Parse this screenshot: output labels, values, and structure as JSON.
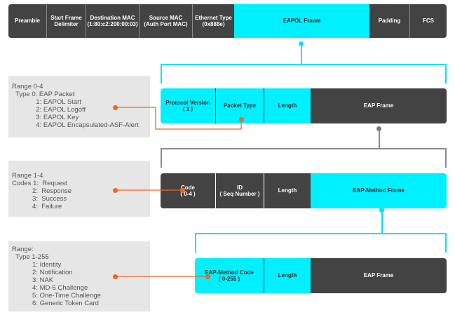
{
  "ethernet_frame": {
    "preamble": "Preamble",
    "start_frame_delimiter": "Start Frame\nDelimiter",
    "destination_mac": "Destination MAC\n(1:80:c2:200:00:03)",
    "source_mac": "Source MAC\n(Auth Port MAC)",
    "ethernet_type": "Ethernet Type\n(0x888e)",
    "eapol_frame": "EAPOL Frame",
    "padding": "Padding",
    "fcs": "FCS"
  },
  "eapol_frame": {
    "protocol_version": "Protocol Version\n( 1 )",
    "packet_type": "Packet Type",
    "length": "Length",
    "eap_frame": "EAP Frame"
  },
  "eap_frame": {
    "code": "Code\n( 0-4 )",
    "id": "ID\n( Seq Number )",
    "length": "Length",
    "eap_method_frame": "EAP-Method Frame"
  },
  "eap_method_frame": {
    "eap_method_code": "EAP-Method Code\n( 0-255 )",
    "length": "Length",
    "eap_frame": "EAP Frame"
  },
  "notes": {
    "packet_type": "Range 0-4\n  Type 0: EAP Packet\n             1: EAPOL Start\n             2: EAPOL Logoff\n             3: EAPOL Key\n             4: EAPOL Encapsulated-ASF-Alert",
    "code": "Range 1-4\nCodes 1:  Request\n           2:  Response\n           3:  Success\n           4:  Failure",
    "method": "Range:\n  Type 1-255\n           1: Identity\n           2: Notification\n           3: NAK\n           4: MD-5 Challenge\n           5: One-Time Challenge\n           6: Generic Token Card"
  },
  "colors": {
    "dark": "#434343",
    "cyan": "#00f0ff",
    "orange": "#f26522",
    "note_bg": "#e6e6e6"
  }
}
